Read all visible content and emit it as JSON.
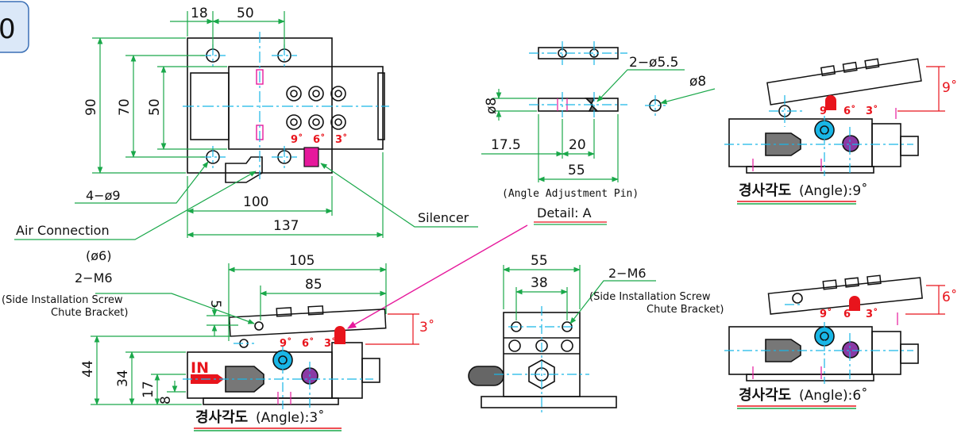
{
  "badge": "0",
  "dims": {
    "top_18": "18",
    "top_50": "50",
    "v_90": "90",
    "v_70": "70",
    "v_50": "50",
    "h_100": "100",
    "h_137": "137",
    "holes": "4−ø9",
    "pin_dia": "2−ø5.5",
    "pin_phi8": "ø8",
    "pin_phi8_side": "ø8",
    "pin_17_5": "17.5",
    "pin_20": "20",
    "pin_55": "55",
    "side_105": "105",
    "side_85": "85",
    "side_5": "5",
    "side_44": "44",
    "side_34": "34",
    "side_17": "17",
    "side_8": "8",
    "side_3deg": "3˚",
    "end_55": "55",
    "end_38": "38",
    "right_9deg": "9˚",
    "right_6deg": "6˚"
  },
  "labels": {
    "air_connection": "Air Connection",
    "air_size": "(ø6)",
    "silencer": "Silencer",
    "pin_caption": "(Angle Adjustment Pin)",
    "detail": "Detail: A",
    "m6_left": "2−M6",
    "side_screw_left_1": "(Side Installation Screw",
    "side_screw_left_2": "Chute Bracket)",
    "m6_right": "2−M6",
    "side_screw_right_1": "(Side Installation Screw",
    "side_screw_right_2": "Chute Bracket)",
    "in_mark": "IN",
    "tick_9": "9˚",
    "tick_6": "6˚",
    "tick_3": "3˚"
  },
  "angle_captions": {
    "a3": {
      "kor": "경사각도",
      "eng": "(Angle):3˚"
    },
    "a9": {
      "kor": "경사각도",
      "eng": "(Angle):9˚"
    },
    "a6": {
      "kor": "경사각도",
      "eng": "(Angle):6˚"
    }
  },
  "colors": {
    "dimension_line": "#1aa84a",
    "center_line": "#19b6e6",
    "outline": "#111111",
    "accent_red": "#e8141c",
    "accent_magenta": "#e6199c",
    "underline_red": "#e8141c",
    "underline_green": "#1aa84a"
  }
}
